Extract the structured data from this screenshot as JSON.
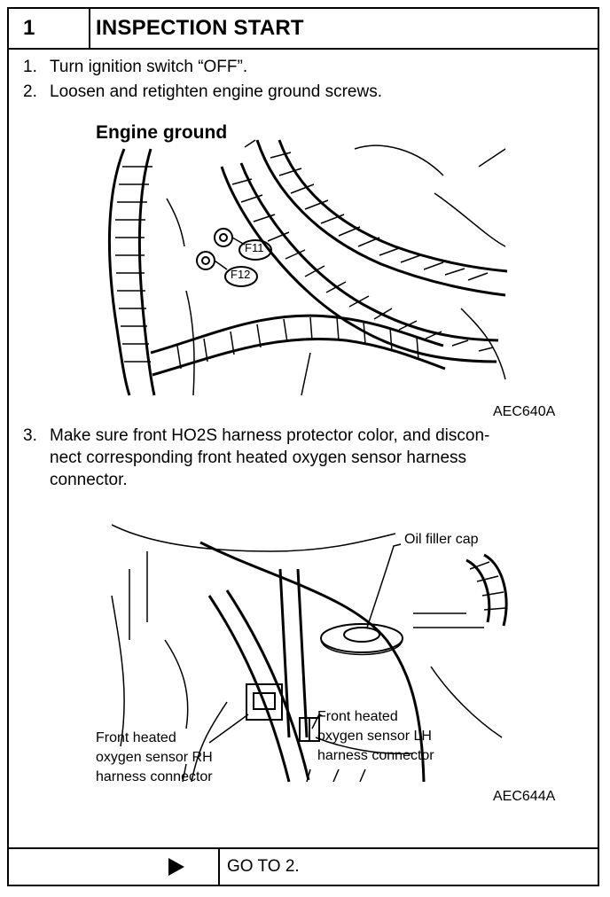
{
  "header": {
    "number": "1",
    "title": "INSPECTION START"
  },
  "steps": [
    {
      "num": "1.",
      "text": "Turn ignition switch “OFF”."
    },
    {
      "num": "2.",
      "text": "Loosen and retighten engine ground screws."
    },
    {
      "num": "3.",
      "lines": [
        "Make sure front HO2S harness protector color, and discon-",
        "nect corresponding front heated oxygen sensor harness",
        "connector."
      ]
    }
  ],
  "figure1": {
    "caption": "Engine ground",
    "labels": {
      "f11": "F11",
      "f12": "F12"
    },
    "code": "AEC640A"
  },
  "figure2": {
    "oil_cap": "Oil filler cap",
    "lh": [
      "Front heated",
      "oxygen sensor LH",
      "harness connector"
    ],
    "rh": [
      "Front heated",
      "oxygen sensor RH",
      "harness connector"
    ],
    "code": "AEC644A"
  },
  "footer": {
    "goto": "GO TO 2."
  }
}
